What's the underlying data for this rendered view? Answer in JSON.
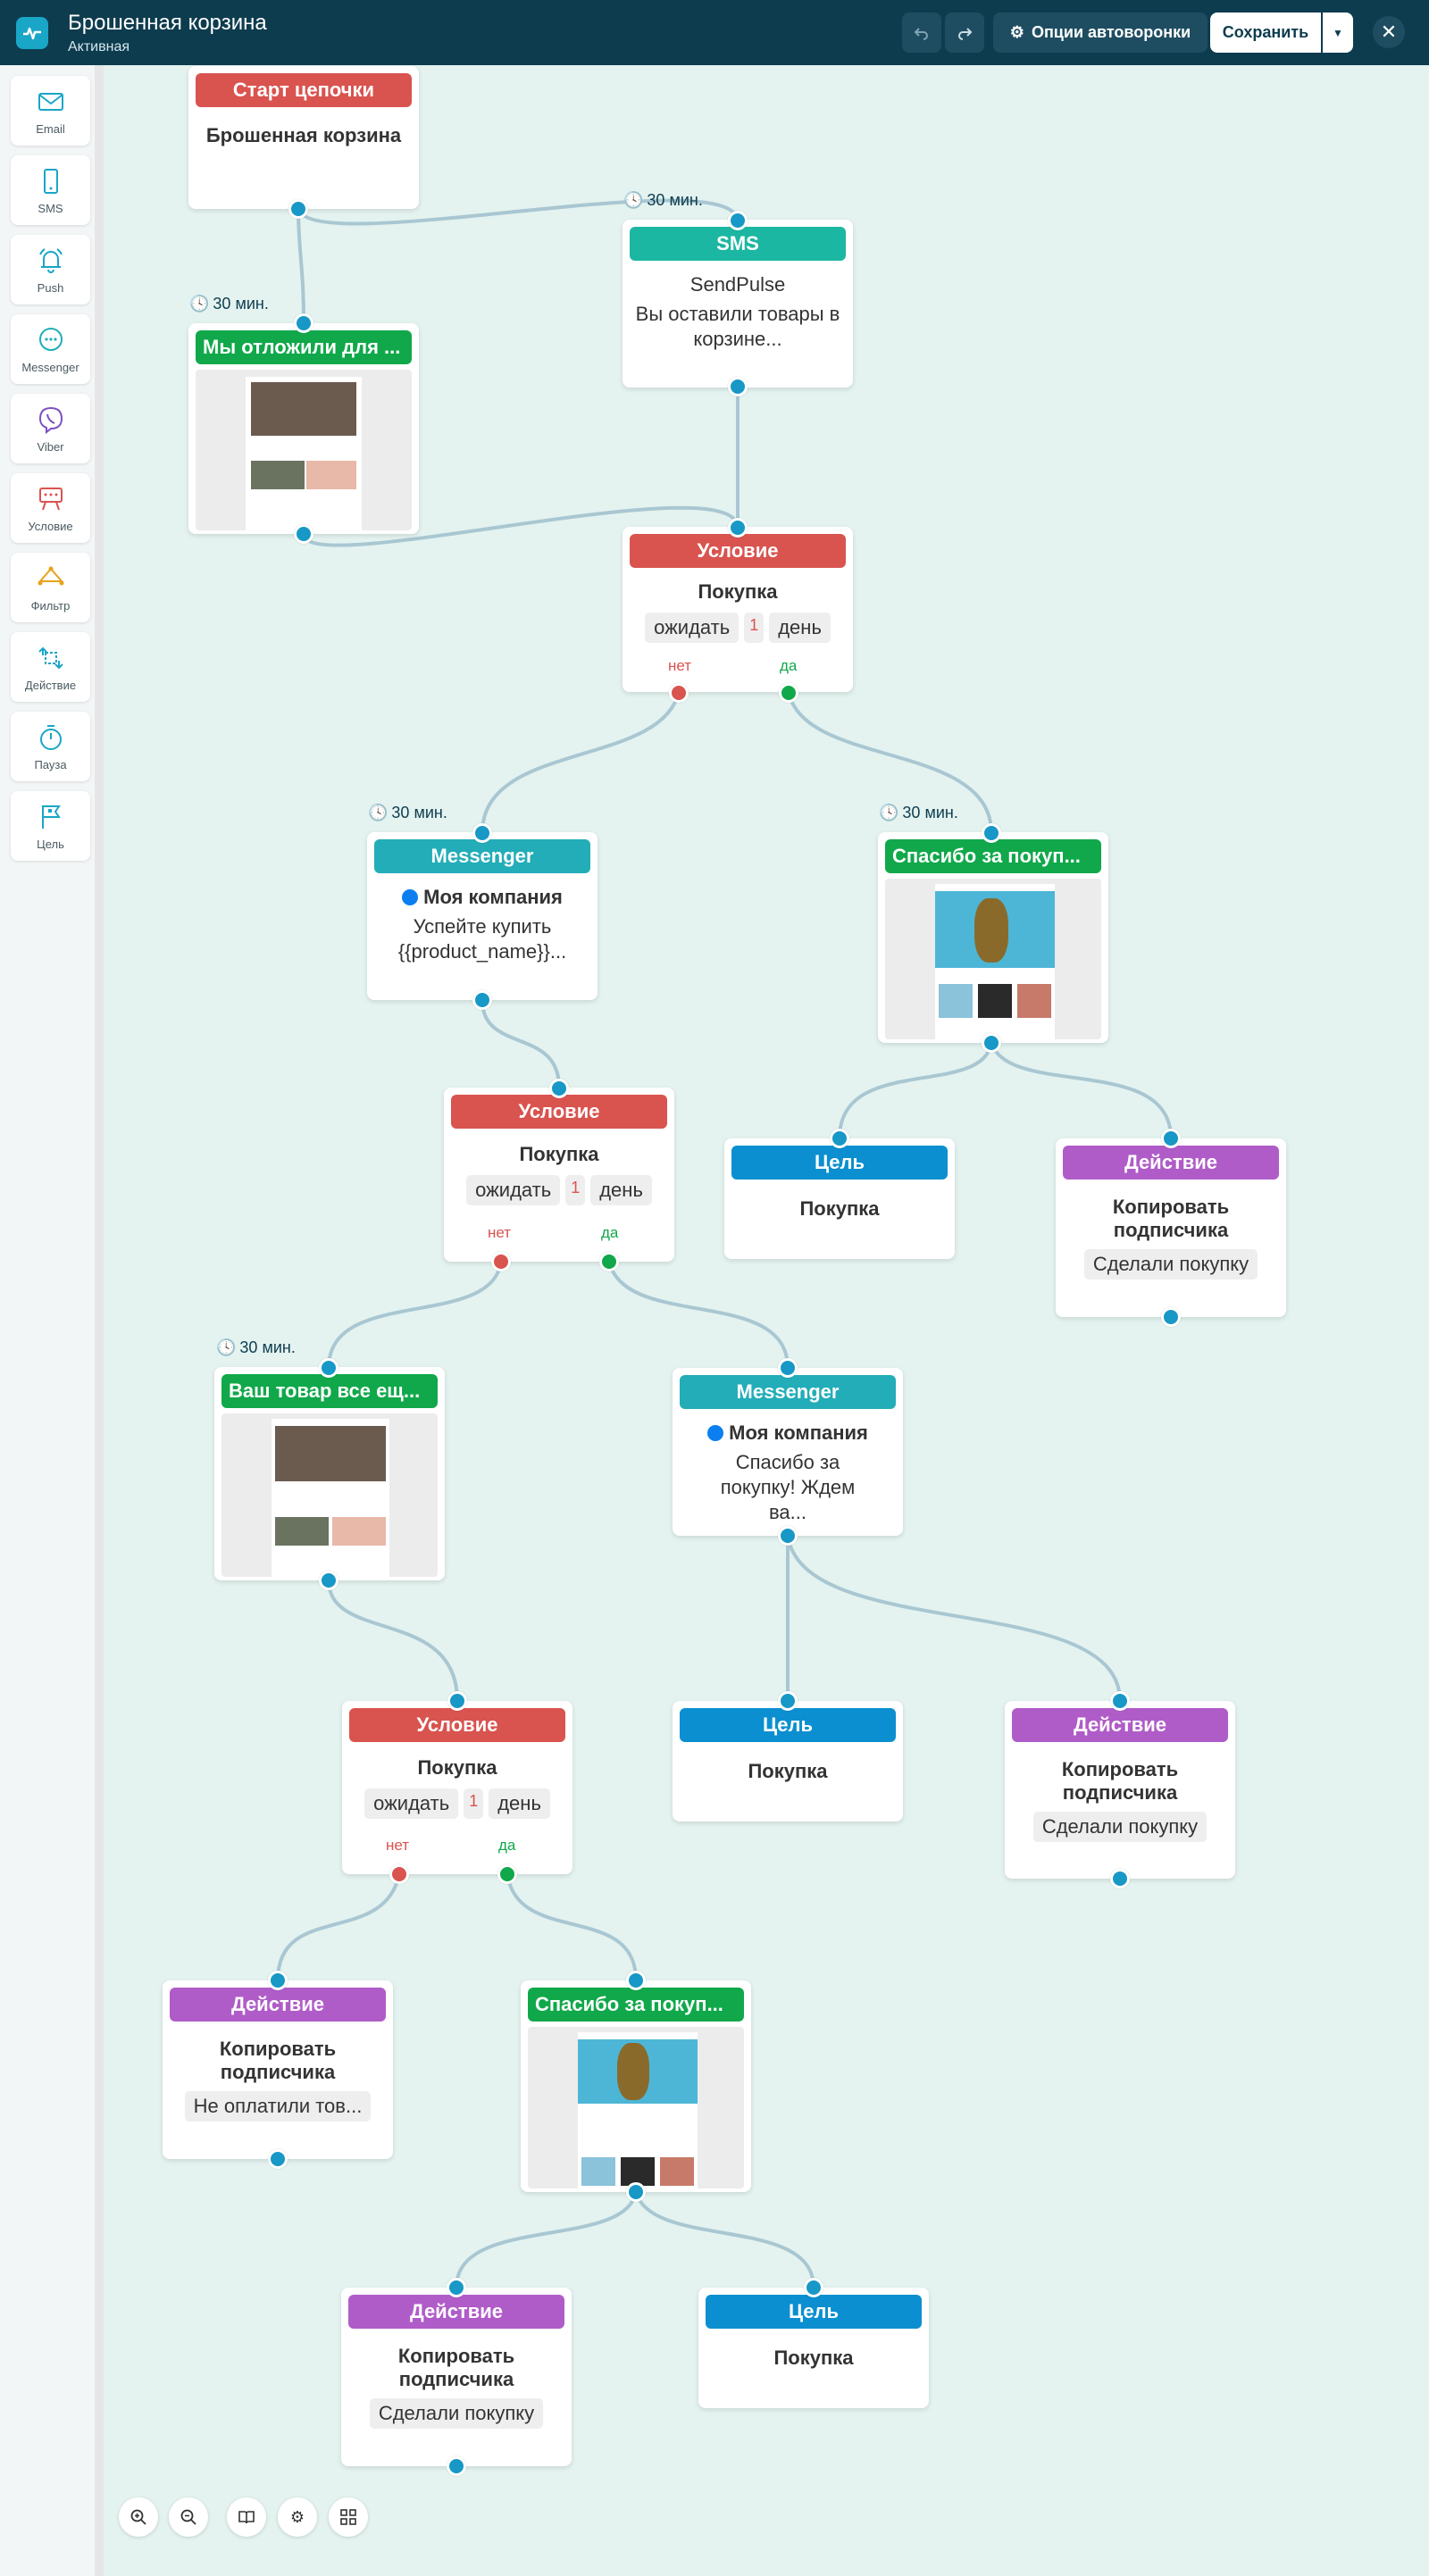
{
  "header": {
    "title": "Брошенная корзина",
    "status": "Активная",
    "options_label": "Опции автоворонки",
    "save_label": "Сохранить"
  },
  "sidebar": {
    "items": [
      {
        "label": "Email",
        "icon": "email-icon"
      },
      {
        "label": "SMS",
        "icon": "sms-icon"
      },
      {
        "label": "Push",
        "icon": "bell-icon"
      },
      {
        "label": "Messenger",
        "icon": "messenger-icon"
      },
      {
        "label": "Viber",
        "icon": "viber-icon"
      },
      {
        "label": "Условие",
        "icon": "condition-icon"
      },
      {
        "label": "Фильтр",
        "icon": "filter-icon"
      },
      {
        "label": "Действие",
        "icon": "action-icon"
      },
      {
        "label": "Пауза",
        "icon": "timer-icon"
      },
      {
        "label": "Цель",
        "icon": "flag-icon"
      }
    ]
  },
  "flow": {
    "start": {
      "header": "Старт цепочки",
      "body": "Брошенная корзина"
    },
    "sms": {
      "delay": "30 мин.",
      "header": "SMS",
      "sender": "SendPulse",
      "text": "Вы оставили товары в корзине..."
    },
    "email1": {
      "delay": "30 мин.",
      "header": "Мы отложили для ..."
    },
    "cond1": {
      "header": "Условие",
      "title": "Покупка",
      "wait": "ожидать",
      "num": "1",
      "unit": "день",
      "no": "нет",
      "yes": "да"
    },
    "messenger1": {
      "delay": "30 мин.",
      "header": "Messenger",
      "account": "Моя компания",
      "text": "Успейте купить {{product_name}}..."
    },
    "email2": {
      "delay": "30 мин.",
      "header": "Спасибо за покуп..."
    },
    "cond2": {
      "header": "Условие",
      "title": "Покупка",
      "wait": "ожидать",
      "num": "1",
      "unit": "день",
      "no": "нет",
      "yes": "да"
    },
    "goal1": {
      "header": "Цель",
      "body": "Покупка"
    },
    "action1": {
      "header": "Действие",
      "body": "Копировать подписчика",
      "chip": "Сделали покупку"
    },
    "email3": {
      "delay": "30 мин.",
      "header": "Ваш товар все ещ..."
    },
    "messenger2": {
      "header": "Messenger",
      "account": "Моя компания",
      "text": "Спасибо за покупку! Ждем ва..."
    },
    "cond3": {
      "header": "Условие",
      "title": "Покупка",
      "wait": "ожидать",
      "num": "1",
      "unit": "день",
      "no": "нет",
      "yes": "да"
    },
    "goal2": {
      "header": "Цель",
      "body": "Покупка"
    },
    "action2": {
      "header": "Действие",
      "body": "Копировать подписчика",
      "chip": "Сделали покупку"
    },
    "action3": {
      "header": "Действие",
      "body": "Копировать подписчика",
      "chip": "Не оплатили тов..."
    },
    "email4": {
      "header": "Спасибо за покуп..."
    },
    "action4": {
      "header": "Действие",
      "body": "Копировать подписчика",
      "chip": "Сделали покупку"
    },
    "goal3": {
      "header": "Цель",
      "body": "Покупка"
    }
  },
  "colors": {
    "topbar": "#0e3c4f",
    "canvas": "#e4f3f0",
    "red": "#d9534f",
    "teal": "#1cb7a2",
    "green": "#10a84a",
    "cyan": "#22adb8",
    "blue": "#0b8fd0",
    "purple": "#b05cc8",
    "connector": "#a9c7d2"
  }
}
